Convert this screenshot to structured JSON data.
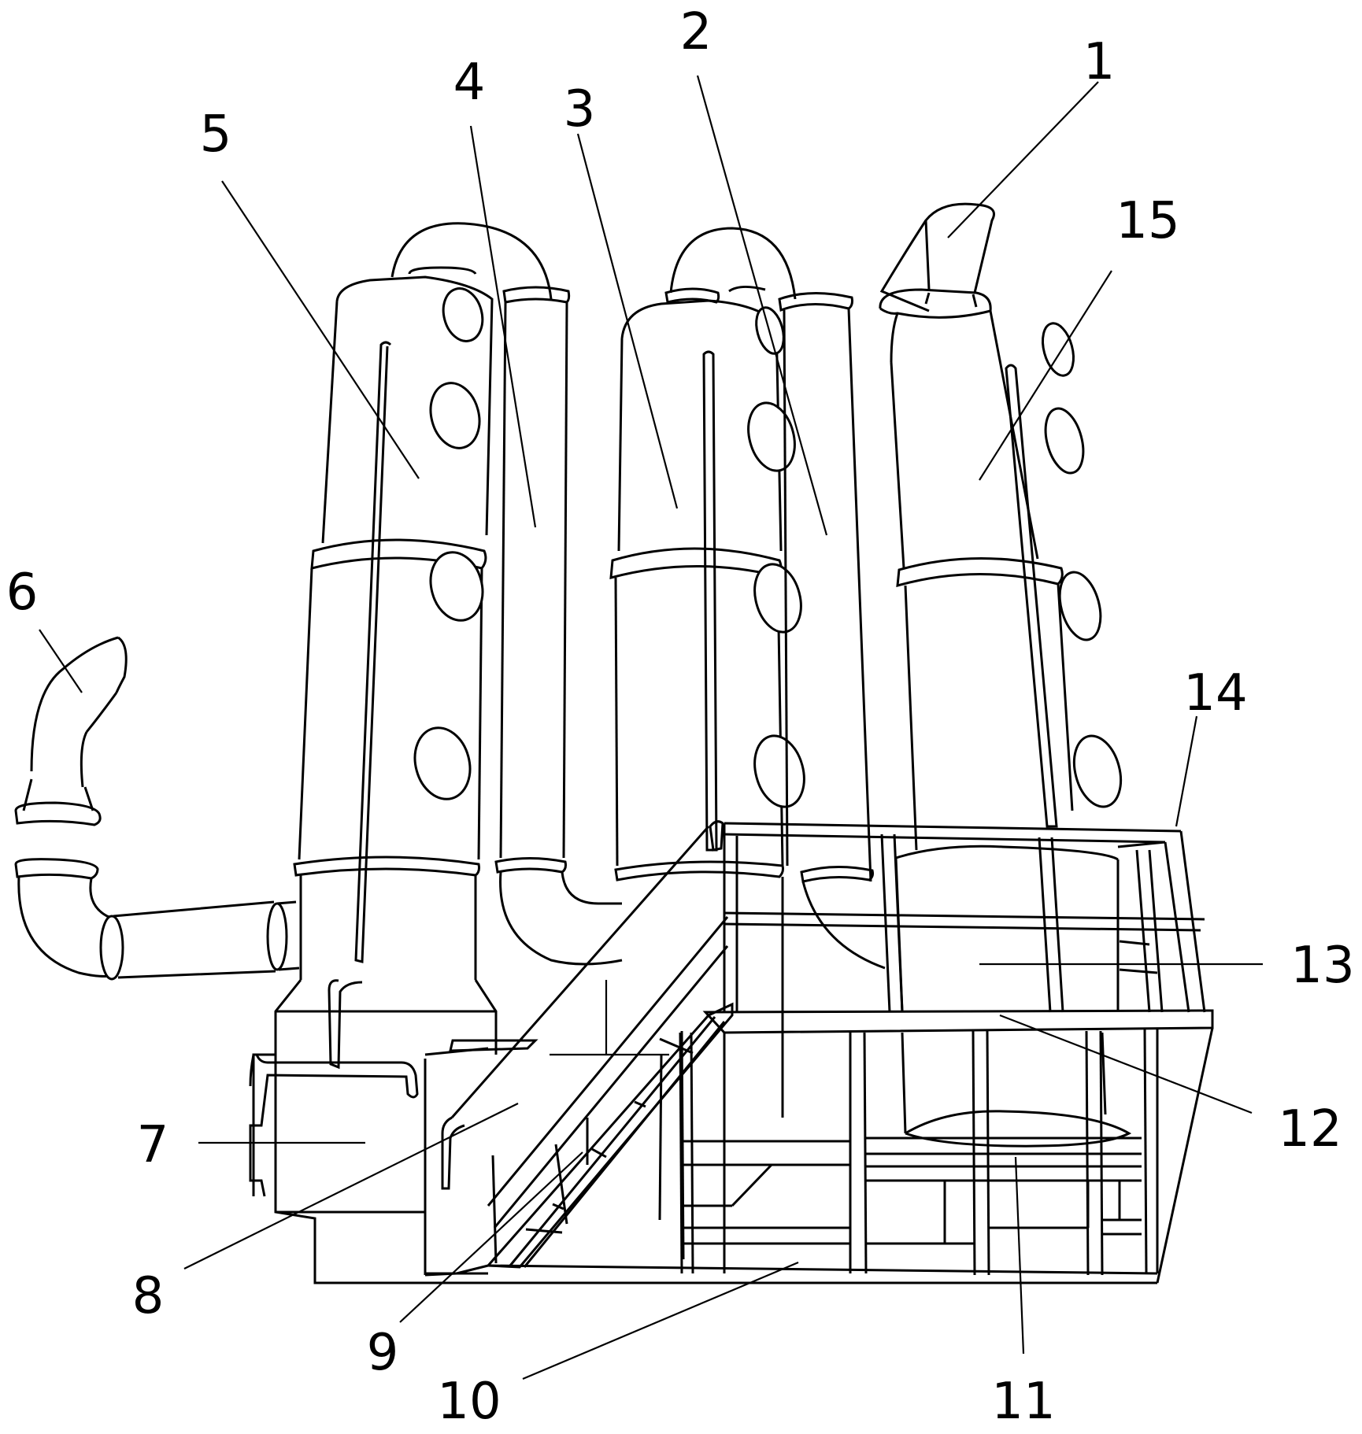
{
  "figure": {
    "callouts": [
      {
        "id": "1",
        "label": "1"
      },
      {
        "id": "2",
        "label": "2"
      },
      {
        "id": "3",
        "label": "3"
      },
      {
        "id": "4",
        "label": "4"
      },
      {
        "id": "5",
        "label": "5"
      },
      {
        "id": "6",
        "label": "6"
      },
      {
        "id": "7",
        "label": "7"
      },
      {
        "id": "8",
        "label": "8"
      },
      {
        "id": "9",
        "label": "9"
      },
      {
        "id": "10",
        "label": "10"
      },
      {
        "id": "11",
        "label": "11"
      },
      {
        "id": "12",
        "label": "12"
      },
      {
        "id": "13",
        "label": "13"
      },
      {
        "id": "14",
        "label": "14"
      },
      {
        "id": "15",
        "label": "15"
      }
    ]
  }
}
